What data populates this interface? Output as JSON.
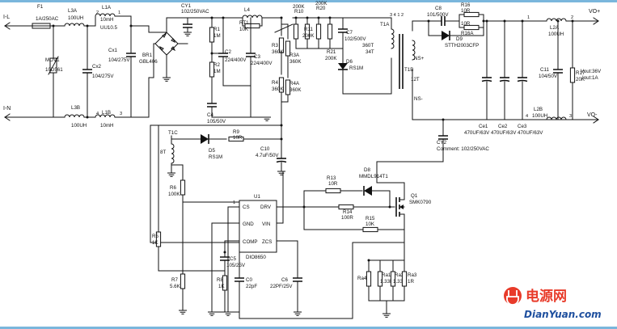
{
  "terminals": {
    "il": "I-L",
    "in": "I-N",
    "vo_pos": "VO+",
    "vo_neg": "VO-"
  },
  "fuse": {
    "ref": "F1",
    "value": "1A/250AC"
  },
  "mov": {
    "ref": "MOV1",
    "value": "10D561"
  },
  "l3a": {
    "ref": "L3A",
    "value": "100UH"
  },
  "l3b": {
    "ref": "L3B",
    "value": "100UH"
  },
  "l1a": {
    "ref": "L1A",
    "value": "10mH"
  },
  "l1b": {
    "ref": "L1B",
    "value": "10mH"
  },
  "l1_val": "UU10.5",
  "cx1": {
    "ref": "Cx1",
    "value": "104/275V"
  },
  "cx2": {
    "ref": "Cx2",
    "value": "104/275V"
  },
  "br1": {
    "ref": "BR1",
    "value": "GBL406"
  },
  "cy1": {
    "ref": "CY1",
    "value": "102/250VAC"
  },
  "l4": {
    "ref": "L4"
  },
  "rt1": {
    "ref": "RT1",
    "value": "10K"
  },
  "r1": {
    "ref": "R1",
    "value": "1M"
  },
  "r2": {
    "ref": "R2",
    "value": "1M"
  },
  "c2": {
    "ref": "C2",
    "value": "224/400V"
  },
  "c3": {
    "ref": "C3",
    "value": "224/400V"
  },
  "c4": {
    "ref": "C4",
    "value": "105/50V"
  },
  "r3": {
    "ref": "R3",
    "value": "360K"
  },
  "r3a": {
    "ref": "R3A",
    "value": "360K"
  },
  "r4": {
    "ref": "R4",
    "value": "360K"
  },
  "r4a": {
    "ref": "R4A",
    "value": "360K"
  },
  "r10": {
    "ref": "R10",
    "value": "200K"
  },
  "r11": {
    "ref": "R11",
    "value": "200K"
  },
  "r20": {
    "ref": "R20",
    "value": "200K"
  },
  "r21": {
    "ref": "R21",
    "value": "200K"
  },
  "c7": {
    "ref": "C7",
    "value": "102/500V"
  },
  "d6": {
    "ref": "D6",
    "value": "RS1M"
  },
  "t1a": {
    "ref": "T1A",
    "pins": "3 4 1 2",
    "turns_v": "360T",
    "turns_p": "34T"
  },
  "t1b": {
    "ref": "T1B",
    "turns": "12T",
    "ns_pos": "NS+",
    "ns_neg": "NS-"
  },
  "t1c": {
    "ref": "T1C",
    "turns": "8T"
  },
  "c8": {
    "ref": "C8",
    "value": "101/500V"
  },
  "r16": {
    "ref": "R16",
    "value": "10R"
  },
  "r16a": {
    "ref": "R16A",
    "value": "10R"
  },
  "d9": {
    "ref": "D9",
    "value": "STTH2003CFP"
  },
  "l2a": {
    "ref": "L2A",
    "value": "100UH"
  },
  "l2b": {
    "ref": "L2B",
    "value": "100UH"
  },
  "c11": {
    "ref": "C11",
    "value": "104/50V"
  },
  "r17": {
    "ref": "R17",
    "value": "20K"
  },
  "vout": {
    "voltage": "Vout:36V",
    "current": "Iout:1A"
  },
  "ce": {
    "ce1": "Ce1",
    "ce2": "Ce2",
    "ce3": "Ce3",
    "values": "470UF/63V  470UF/63V  470UF/63V"
  },
  "cy2": {
    "ref": "CY2",
    "value": "Comment: 102/250VAC"
  },
  "d5": {
    "ref": "D5",
    "value": "RS1M"
  },
  "r9": {
    "ref": "R9",
    "value": "10R"
  },
  "c10": {
    "ref": "C10",
    "value": "4.7uF/50V"
  },
  "r6": {
    "ref": "R6",
    "value": "100K"
  },
  "r5": {
    "ref": "R5",
    "value": "1K"
  },
  "r7": {
    "ref": "R7",
    "value": "5.6K"
  },
  "r8": {
    "ref": "R8",
    "value": "1K"
  },
  "c5": {
    "ref": "C5",
    "value": "105/25V"
  },
  "c0": {
    "ref": "C0",
    "value": "22pF"
  },
  "c6": {
    "ref": "C6",
    "value": "22PF/25V"
  },
  "u1": {
    "ref": "U1",
    "part": "DIO8650",
    "pin_num": "1",
    "pins": {
      "cs": "CS",
      "drv": "DRV",
      "gnd": "GND",
      "vin": "VIN",
      "comp": "COMP",
      "zcs": "ZCS"
    }
  },
  "d8": {
    "ref": "D8",
    "value": "MMDL914T1"
  },
  "r13": {
    "ref": "R13",
    "value": "10R"
  },
  "r14": {
    "ref": "R14",
    "value": "100R"
  },
  "r15": {
    "ref": "R15",
    "value": "10K"
  },
  "q1": {
    "ref": "Q1",
    "value": "SMK0790"
  },
  "ra4": {
    "ref": "Ra4"
  },
  "ra1": {
    "ref": "Ra1",
    "value": "1.33R"
  },
  "ra2": {
    "ref": "Ra2",
    "value": "1.33R"
  },
  "ra3": {
    "ref": "Ra3",
    "value": "1R"
  },
  "watermark": {
    "cn": "电源网",
    "en": "DianYuan.com"
  },
  "colors": {
    "wire": "#111111",
    "watermark_red": "#e83b2a",
    "watermark_blue": "#1e4f9e",
    "border": "#7ab6dc"
  }
}
